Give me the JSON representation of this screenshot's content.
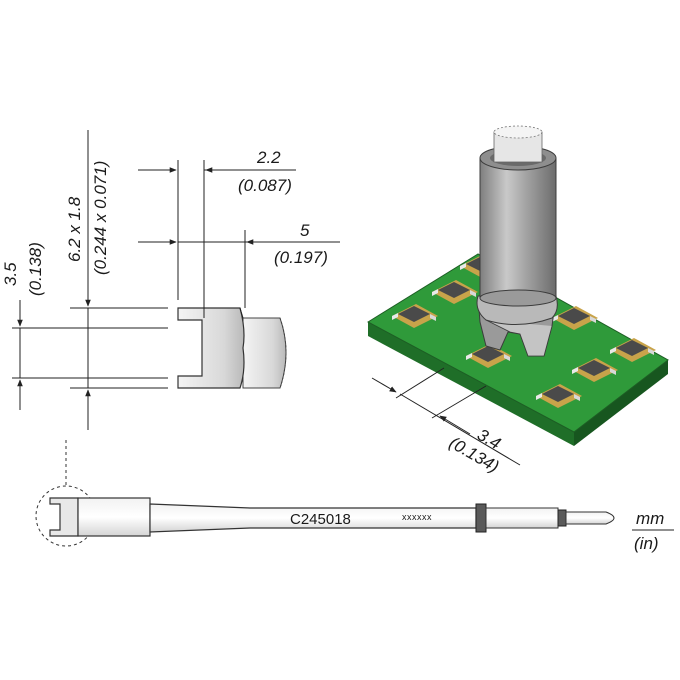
{
  "dimensions": {
    "slot_width": {
      "mm": "2.2",
      "in": "(0.087)"
    },
    "tip_length": {
      "mm": "5",
      "in": "(0.197)"
    },
    "tip_height": {
      "mm": "3.5",
      "in": "(0.138)"
    },
    "tip_section": {
      "mm": "6.2 x 1.8",
      "in": "(0.244 x 0.071)"
    },
    "component_pitch": {
      "mm": "3.4",
      "in": "(0.134)"
    }
  },
  "part_number": "C245018",
  "serial_marking": "xxxxxx",
  "units": {
    "primary": "mm",
    "secondary": "(in)"
  },
  "colors": {
    "pcb_green": "#2f9a3a",
    "pad_gold": "#c8a34a",
    "chip_body": "#4a4a4a",
    "metal_light": "#e2e2e2",
    "metal_dark": "#8a8a8a"
  }
}
